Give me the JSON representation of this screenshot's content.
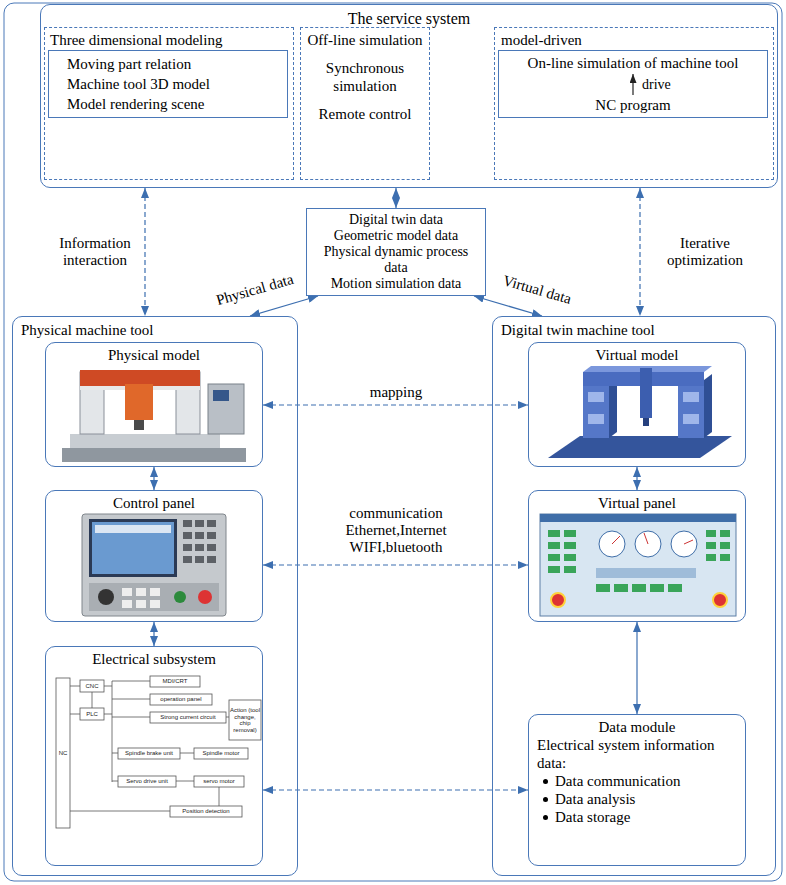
{
  "diagram": {
    "nodes": [
      {
        "text": [
          "The service system"
        ]
      },
      {
        "text": [
          "Three dimensional modeling"
        ],
        "in": 0
      },
      {
        "text": [
          "Moving part relation",
          "Machine tool 3D model",
          "Model rendering scene"
        ],
        "in": 1
      },
      {
        "text": [
          "Off-line simulation",
          "Synchronous simulation",
          "Remote control"
        ],
        "in": 0
      },
      {
        "text": [
          "model-driven"
        ],
        "in": 0
      },
      {
        "text": [
          "On-line simulation of machine tool",
          "NC program"
        ],
        "in": 4
      },
      {
        "text": [
          "Digital twin data",
          "Geometric model data",
          "Physical dynamic process data",
          "Motion simulation data"
        ]
      },
      {
        "text": [
          "Physical machine tool"
        ]
      },
      {
        "text": [
          "Physical model"
        ],
        "in": 7
      },
      {
        "text": [
          "Control panel"
        ],
        "in": 7
      },
      {
        "text": [
          "Electrical subsystem"
        ],
        "in": 7
      },
      {
        "text": [
          "Digital twin machine tool"
        ]
      },
      {
        "text": [
          "Virtual model"
        ],
        "in": 11
      },
      {
        "text": [
          "Virtual panel"
        ],
        "in": 11
      },
      {
        "text": [
          "Data module",
          "Electrical system information data:",
          "Data communication",
          "Data analysis",
          "Data storage"
        ],
        "in": 11
      }
    ],
    "edges": [
      {
        "from": 0,
        "to": 7,
        "label": "Information interaction",
        "arrow": "both"
      },
      {
        "from": 6,
        "to": 0,
        "arrow": "both"
      },
      {
        "from": 0,
        "to": 11,
        "label": "Iterative optimization",
        "arrow": "both"
      },
      {
        "from": 6,
        "to": 7,
        "label": "Physical data",
        "arrow": "both"
      },
      {
        "from": 6,
        "to": 11,
        "label": "Virtual data",
        "arrow": "both"
      },
      {
        "from": 8,
        "to": 12,
        "label": "mapping",
        "arrow": "both"
      },
      {
        "from": 9,
        "to": 13,
        "label": "communication Ethernet,Internet WIFI,bluetooth",
        "arrow": "both"
      },
      {
        "from": 10,
        "to": 14,
        "arrow": "both"
      },
      {
        "from": 8,
        "to": 9,
        "arrow": "both"
      },
      {
        "from": 9,
        "to": 10,
        "arrow": "both"
      },
      {
        "from": 12,
        "to": 13,
        "arrow": "both"
      },
      {
        "from": 13,
        "to": 14,
        "arrow": "both"
      }
    ],
    "labels": [
      "drive",
      "MDI/CRT",
      "NC",
      "CNC",
      "PLC",
      "operation panel",
      "Strong current circuit",
      "Action (tool change, chip removal)",
      "Spindle brake unit",
      "Spindle motor",
      "Servo drive unit",
      "servo motor",
      "Position detection"
    ]
  }
}
